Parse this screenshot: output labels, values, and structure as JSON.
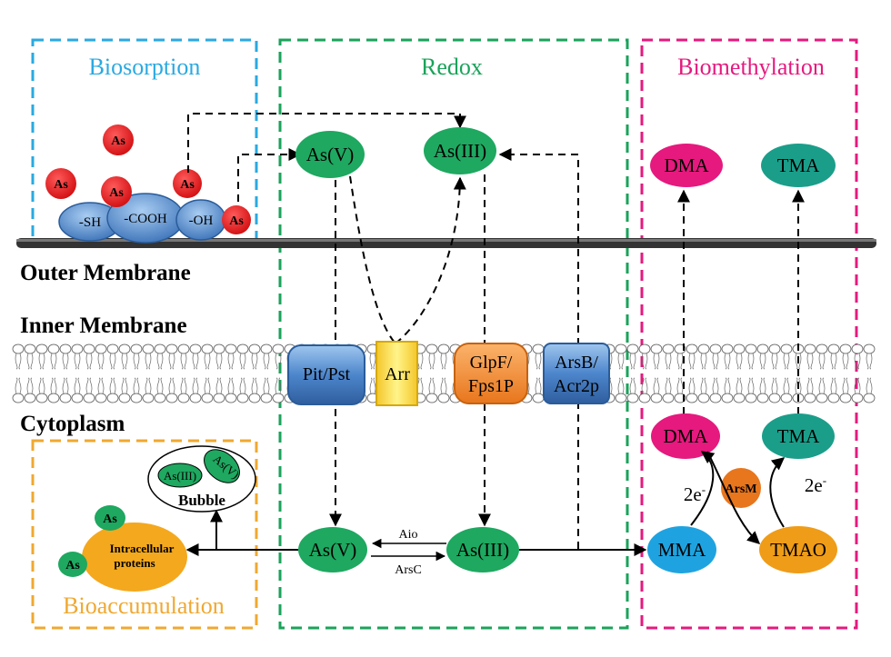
{
  "sections": {
    "biosorption": "Biosorption",
    "redox": "Redox",
    "biomethylation": "Biomethylation",
    "bioaccumulation": "Bioaccumulation"
  },
  "membranes": {
    "outer": "Outer Membrane",
    "inner": "Inner Membrane",
    "cytoplasm": "Cytoplasm"
  },
  "biosorption": {
    "as_label": "As",
    "groups": [
      "-SH",
      "-COOH",
      "-OH"
    ]
  },
  "redox": {
    "as5_top": "As(V)",
    "as3_top": "As(III)",
    "as5_bottom": "As(V)",
    "as3_bottom": "As(III)",
    "aio": "Aio",
    "arsc": "ArsC"
  },
  "transporters": {
    "pit_pst": "Pit/Pst",
    "arr": "Arr",
    "glpf_line1": "GlpF/",
    "glpf_line2": "Fps1P",
    "arsb_line1": "ArsB/",
    "arsb_line2": "Acr2p"
  },
  "biomethylation": {
    "dma_out": "DMA",
    "tma_out": "TMA",
    "dma_in": "DMA",
    "tma_in": "TMA",
    "mma": "MMA",
    "tmao": "TMAO",
    "arsm": "ArsM",
    "electrons_left": "2e",
    "electrons_right": "2e",
    "electron_sup": "-"
  },
  "bioaccumulation": {
    "as_label": "As",
    "proteins_line1": "Intracellular",
    "proteins_line2": "proteins",
    "bubble": "Bubble",
    "bubble_as3": "As(III)",
    "bubble_as5": "As(V)"
  },
  "colors": {
    "biosorption": "#29a9e1",
    "redox": "#1aa35a",
    "biomethylation": "#e5197e",
    "bioaccumulation": "#f0a830",
    "arsenic_red": "#e31b23",
    "node_green": "#1ea860",
    "node_pink": "#e5197e",
    "node_teal": "#1a9e8a",
    "node_blue": "#1fa3e0",
    "node_orange": "#ef9c18"
  }
}
